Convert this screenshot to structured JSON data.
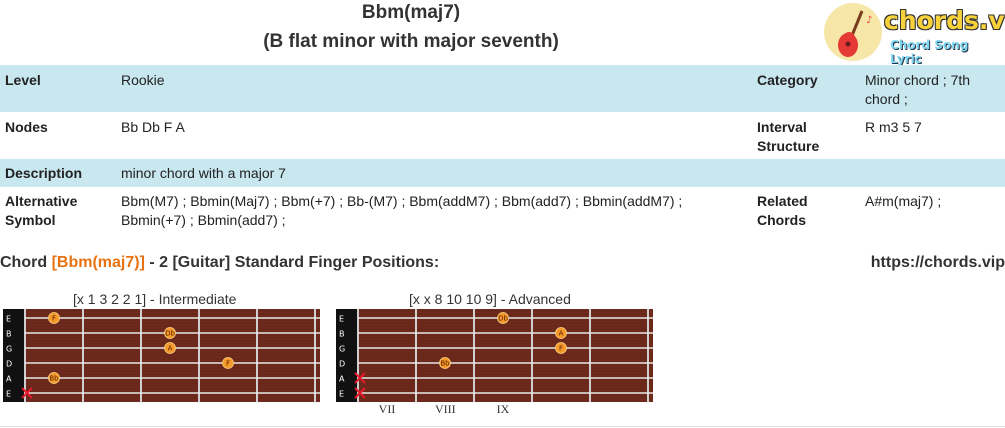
{
  "header": {
    "title": "Bbm(maj7)",
    "subtitle": "(B flat minor with major seventh)"
  },
  "logo": {
    "main": "chords.vip",
    "tagline": "Chord Song Lyric",
    "icon": "guitar-icon"
  },
  "info": {
    "level_label": "Level",
    "level_value": "Rookie",
    "category_label": "Category",
    "category_value": "Minor chord ; 7th chord ;",
    "nodes_label": "Nodes",
    "nodes_value": "Bb Db F A",
    "interval_label": "Interval Structure",
    "interval_value": "R m3 5 7",
    "description_label": "Description",
    "description_value": "minor chord with a major 7",
    "alt_label": "Alternative Symbol",
    "alt_value": "Bbm(M7) ; Bbmin(Maj7) ; Bbm(+7) ; Bb-(M7) ; Bbm(addM7) ; Bbm(add7) ; Bbmin(addM7) ; Bbmin(+7) ; Bbmin(add7) ;",
    "related_label": "Related Chords",
    "related_value": "A#m(maj7) ;"
  },
  "chord_line": {
    "prefix": "Chord",
    "chord": "[Bbm(maj7)]",
    "suffix": "- 2 [Guitar] Standard Finger Positions:",
    "site": "https://chords.vip"
  },
  "diagrams": [
    {
      "caption": "[x 1 3 2 2 1] - Intermediate",
      "strings": [
        "E",
        "B",
        "G",
        "D",
        "A",
        "E"
      ],
      "fret_numbers": [],
      "notes": [
        {
          "string": 0,
          "fret": 1,
          "label": "F"
        },
        {
          "string": 1,
          "fret": 3,
          "label": "Db"
        },
        {
          "string": 2,
          "fret": 3,
          "label": "A"
        },
        {
          "string": 3,
          "fret": 4,
          "label": "F"
        },
        {
          "string": 4,
          "fret": 1,
          "label": "Bb"
        }
      ],
      "muted": [
        5
      ]
    },
    {
      "caption": "[x x 8 10 10 9] - Advanced",
      "strings": [
        "E",
        "B",
        "G",
        "D",
        "A",
        "E"
      ],
      "fret_numbers": [
        "VII",
        "VIII",
        "IX"
      ],
      "notes": [
        {
          "string": 0,
          "fret": 3,
          "label": "Db"
        },
        {
          "string": 1,
          "fret": 4,
          "label": "A"
        },
        {
          "string": 2,
          "fret": 4,
          "label": "F"
        },
        {
          "string": 3,
          "fret": 2,
          "label": "Bb"
        }
      ],
      "muted": [
        4,
        5
      ]
    }
  ],
  "colors": {
    "row_shade": "#c8e7ef",
    "highlight": "#e87211",
    "fretboard": "#6e2a1c",
    "nut": "#111111",
    "marker": "#f39a2b",
    "mute": "#e8182c"
  }
}
